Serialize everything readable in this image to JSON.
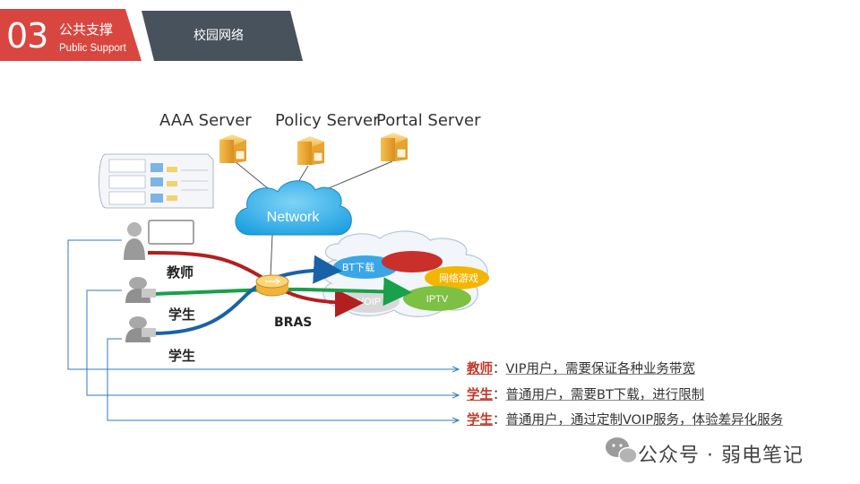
{
  "header": {
    "number": "03",
    "title_cn": "公共支撑",
    "title_en": "Public Support",
    "tab": "校园网络"
  },
  "colors": {
    "header_red": "#d9463f",
    "header_dark": "#48525c",
    "teacher_line": "#b21f1f",
    "student1_line": "#19a04a",
    "student2_line": "#1a62a8",
    "connector": "#2e7bbd"
  },
  "servers": {
    "aaa": "AAA Server",
    "policy": "Policy Server",
    "portal": "Portal Server"
  },
  "network_label": "Network",
  "bras_label": "BRAS",
  "services": {
    "bt": "BT下载",
    "game": "网络游戏",
    "voip": "VOIP",
    "iptv": "IPTV"
  },
  "users": {
    "teacher": "教师",
    "student1": "学生",
    "student2": "学生"
  },
  "descriptions": [
    {
      "role": "教师",
      "sep": "：",
      "text": "VIP用户，需要保证各种业务带宽"
    },
    {
      "role": "学生",
      "sep": "：",
      "text": "普通用户，需要BT下载，进行限制"
    },
    {
      "role": "学生",
      "sep": "：",
      "text": "普通用户，通过定制VOIP服务，体验差异化服务"
    }
  ],
  "watermark": "公众号 · 弱电笔记"
}
